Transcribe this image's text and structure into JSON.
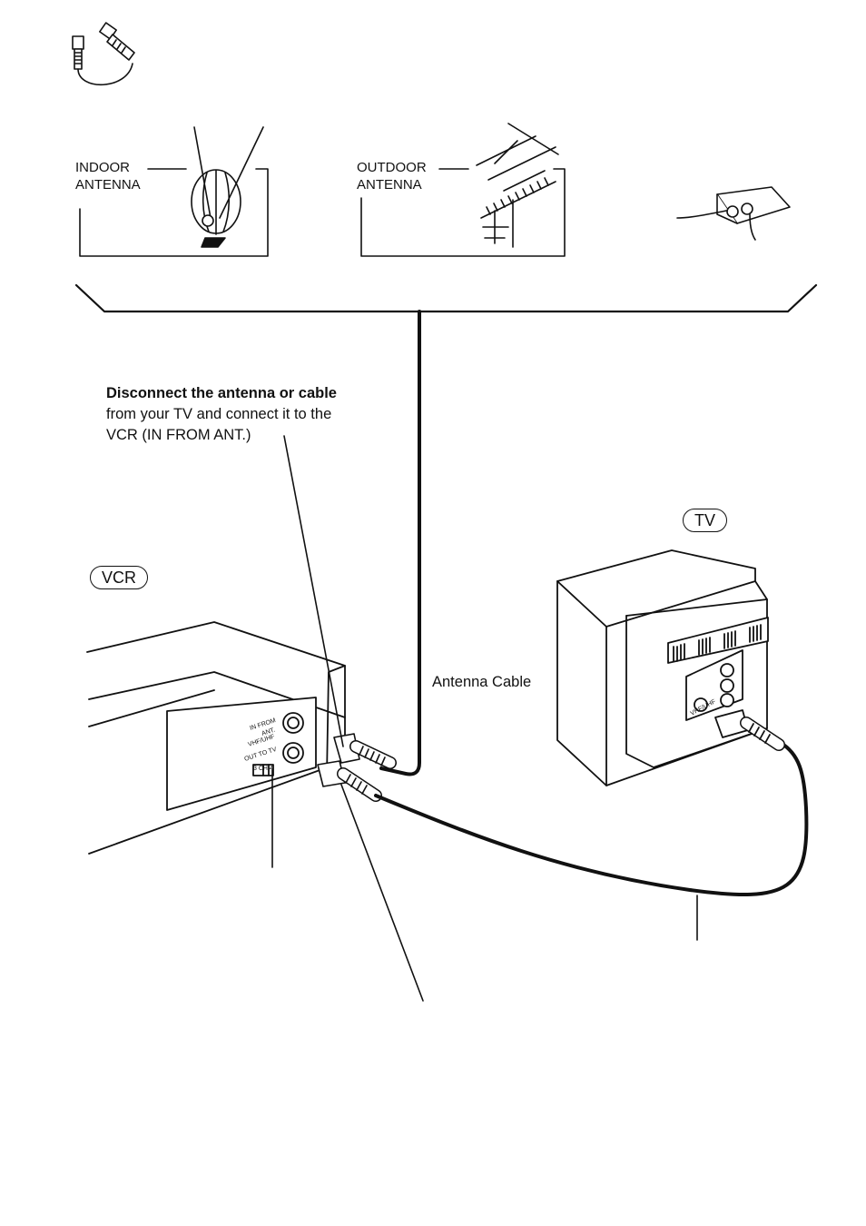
{
  "labels": {
    "indoor_line1": "INDOOR",
    "indoor_line2": "ANTENNA",
    "outdoor_line1": "OUTDOOR",
    "outdoor_line2": "ANTENNA",
    "antenna_cable": "Antenna Cable"
  },
  "caption": {
    "bold": "Disconnect the antenna or cable",
    "line2": "from your TV and connect it to the",
    "line3": "VCR (IN FROM ANT.)"
  },
  "devices": {
    "vcr": "VCR",
    "tv": "TV",
    "tv_jack": "VHF/UHF"
  },
  "vcr_panel": {
    "in_from": "IN FROM",
    "ant": "ANT.",
    "vhf_uhf": "VHF/UHF",
    "out_to_tv": "OUT TO TV",
    "channel_switch": "3  CH  4"
  },
  "colors": {
    "ink": "#111111",
    "paper": "#ffffff"
  }
}
